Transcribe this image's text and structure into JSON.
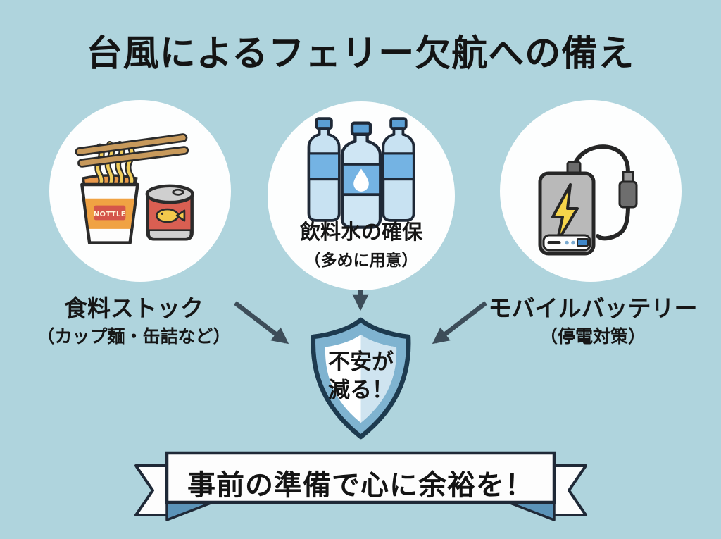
{
  "title": "台風によるフェリー欠航への備え",
  "cards": [
    {
      "label": "食料ストック",
      "sublabel": "（カップ麺・缶詰など）",
      "icon": "cup-noodles-and-canned-food-icon"
    },
    {
      "label": "飲料水の確保",
      "sublabel": "（多めに用意）",
      "icon": "water-bottles-icon"
    },
    {
      "label": "モバイルバッテリー",
      "sublabel": "（停電対策）",
      "icon": "power-bank-icon"
    }
  ],
  "noodle_cup_brand": "NOTTLE",
  "shield": {
    "line1": "不安が",
    "line2": "減る！"
  },
  "banner": {
    "text": "事前の準備で心に余裕を！"
  },
  "colors": {
    "background": "#afd4dd",
    "circle": "#fdfefe",
    "arrow": "#3d4d59",
    "shield_outline": "#1d3a4f",
    "shield_band": "#7fb3d0",
    "shield_inner_right": "#cfe4f0",
    "ribbon_fold": "#5b93b8",
    "noodle_band_orange": "#f0a243",
    "can_red": "#d95f52",
    "bottle_blue": "#74b3e3",
    "bolt_yellow": "#f5d44a",
    "text": "#141414"
  }
}
